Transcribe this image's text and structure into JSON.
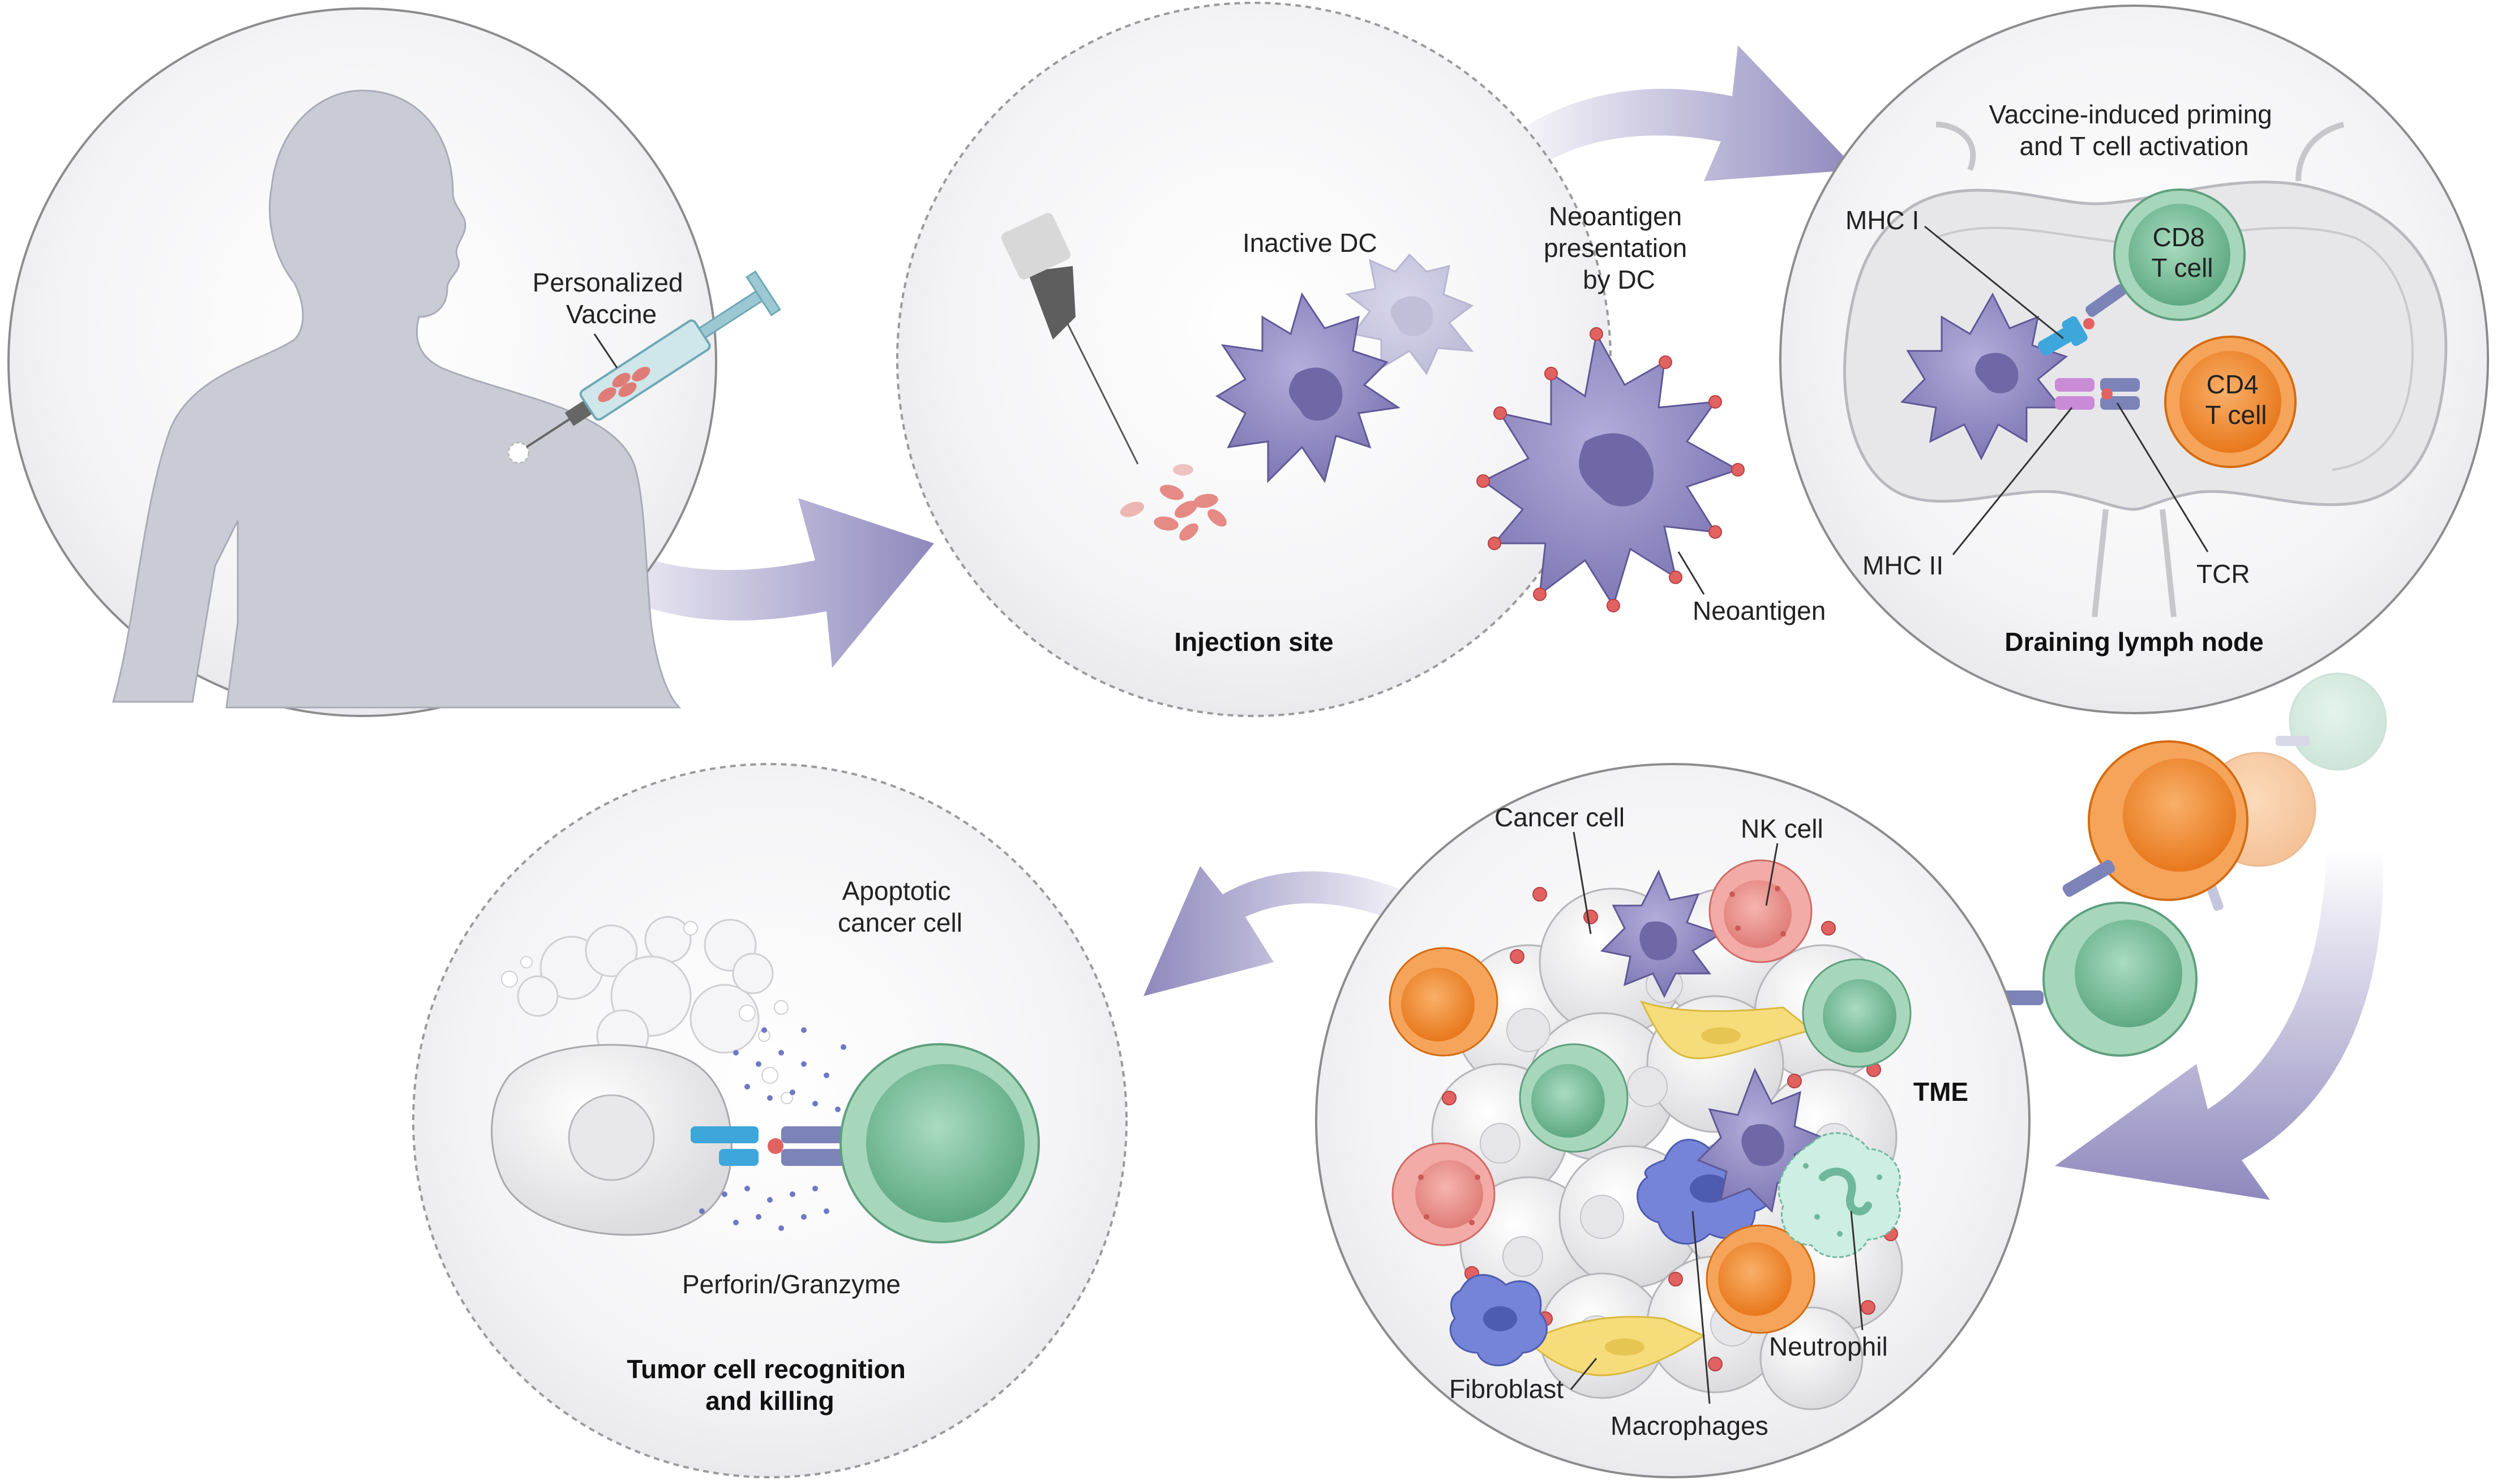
{
  "colors": {
    "arrow": "#8f88bd",
    "dendritic_cell": "#8c86c0",
    "cd8_t_cell": "#7fbf9d",
    "cd4_t_cell": "#f18b2a",
    "nk_cell": "#ec8f8a",
    "neoantigen": "#e26262",
    "mhc_i": "#3da7dc",
    "mhc_ii": "#c98bd6",
    "tcr": "#7c83b8",
    "fibroblast": "#f6dc7a",
    "macrophage": "#7584d8",
    "neutrophil": "#a9dccc"
  },
  "panel_vaccine": {
    "label": "Personalized\nVaccine"
  },
  "panel_injection": {
    "label_inactive_dc": "Inactive DC",
    "label_presentation": "Neoantigen\npresentation\nby DC",
    "label_neoantigen": "Neoantigen",
    "title": "Injection site"
  },
  "panel_lymph": {
    "heading": "Vaccine-induced priming\nand T cell activation",
    "label_mhc1": "MHC I",
    "label_cd8": "CD8\nT cell",
    "label_cd4": "CD4\nT cell",
    "label_mhc2": "MHC II",
    "label_tcr": "TCR",
    "title": "Draining lymph node"
  },
  "panel_tme": {
    "label_cancer": "Cancer cell",
    "label_nk": "NK cell",
    "title": "TME",
    "label_neutrophil": "Neutrophil",
    "label_fibroblast": "Fibroblast",
    "label_macrophages": "Macrophages"
  },
  "panel_killing": {
    "label_apoptotic": "Apoptotic\ncancer cell",
    "label_perforin": "Perforin/Granzyme",
    "title": "Tumor cell recognition\nand killing"
  }
}
